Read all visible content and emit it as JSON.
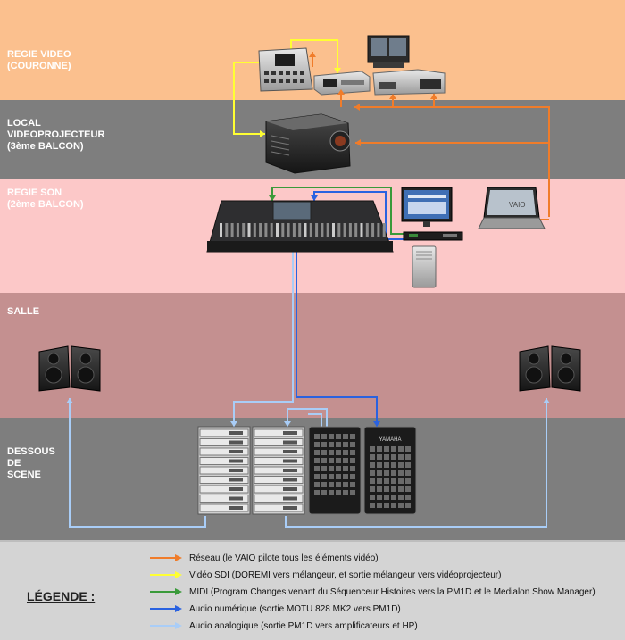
{
  "zones": [
    {
      "label": "REGIE VIDEO\n(COURONNE)",
      "color": "#fbc08e"
    },
    {
      "label": "LOCAL\nVIDEOPROJECTEUR\n(3ème BALCON)",
      "color": "#7e7e7e"
    },
    {
      "label": "REGIE SON\n(2ème BALCON)",
      "color": "#fcc8c8"
    },
    {
      "label": "SALLE",
      "color": "#c49090"
    },
    {
      "label": "DESSOUS\nDE\nSCENE",
      "color": "#7e7e7e"
    }
  ],
  "legend": {
    "title": "LÉGENDE :",
    "items": [
      {
        "text": "Réseau (le VAIO pilote tous les éléments vidéo)",
        "color": "#f07c2a"
      },
      {
        "text": "Vidéo SDI (DOREMI vers mélangeur, et sortie mélangeur vers vidéoprojecteur)",
        "color": "#ffff33"
      },
      {
        "text": "MIDI (Program Changes venant du Séquenceur Histoires vers la PM1D et le Medialon Show Manager)",
        "color": "#3a9a3a"
      },
      {
        "text": "Audio numérique (sortie MOTU 828 MK2 vers PM1D)",
        "color": "#2a62e0"
      },
      {
        "text": "Audio analogique (sortie PM1D vers amplificateurs et HP)",
        "color": "#a9cdf7"
      }
    ]
  },
  "devices": {
    "laptop_brand": "VAIO",
    "rack_brand": "YAMAHA"
  }
}
